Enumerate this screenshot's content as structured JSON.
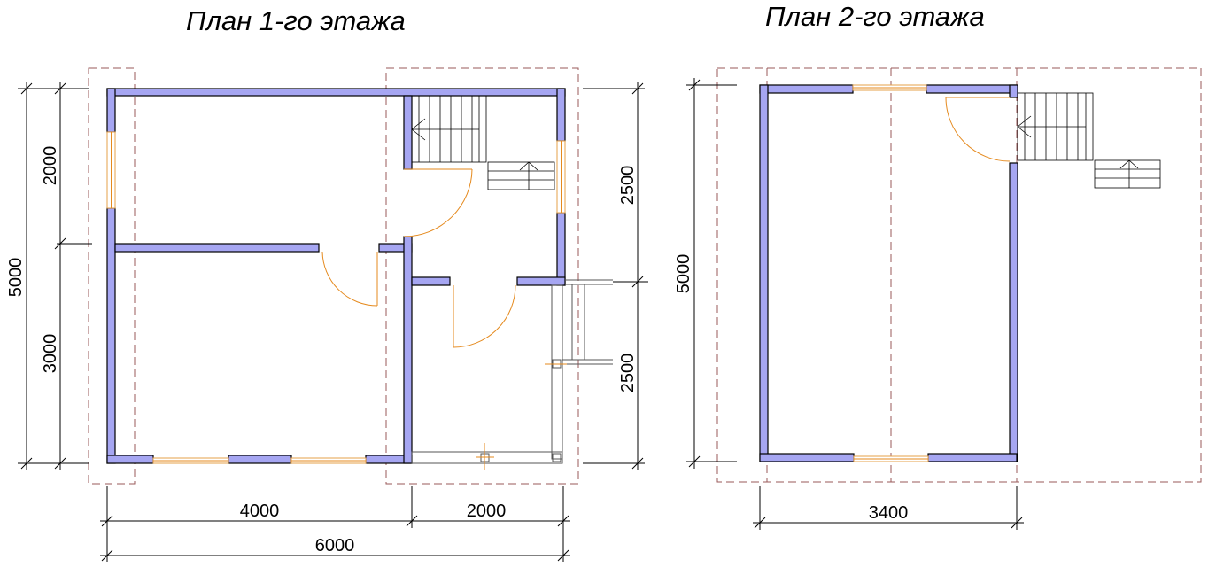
{
  "plan1": {
    "title": "План 1-го этажа",
    "dims": {
      "left_total": "5000",
      "left_upper": "2000",
      "left_lower": "3000",
      "right_upper": "2500",
      "right_lower": "2500",
      "bottom_left": "4000",
      "bottom_right": "2000",
      "bottom_total": "6000"
    }
  },
  "plan2": {
    "title": "План 2-го этажа",
    "dims": {
      "left_total": "5000",
      "bottom_total": "3400"
    }
  }
}
